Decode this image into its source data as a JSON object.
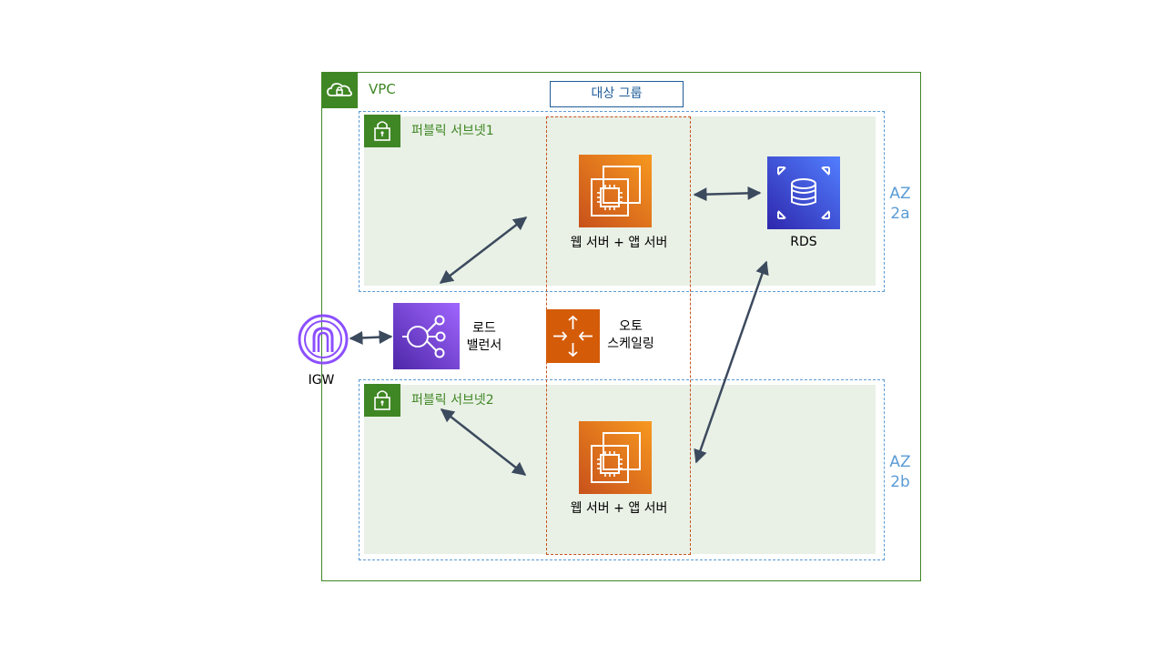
{
  "vpc": {
    "label": "VPC"
  },
  "target_group": {
    "label": "대상 그룹"
  },
  "subnet1": {
    "label": "퍼블릭 서브넷1",
    "az": "AZ\n2a"
  },
  "subnet2": {
    "label": "퍼블릭 서브넷2",
    "az": "AZ\n2b"
  },
  "ec2_1": {
    "label": "웹 서버 + 앱 서버"
  },
  "ec2_2": {
    "label": "웹 서버 + 앱 서버"
  },
  "rds": {
    "label": "RDS"
  },
  "elb": {
    "label": "로드\n밸런서"
  },
  "asg": {
    "label": "오토\n스케일링"
  },
  "igw": {
    "label": "IGW"
  },
  "colors": {
    "vpc": "#3f8624",
    "az": "#5a9bd5",
    "target_group": "#1f5c99",
    "ec2": "#f7981f",
    "rds": "#527fff",
    "elb": "#8c4fff",
    "arrow": "#3c4a5e"
  },
  "icons": {
    "vpc": "cloud-lock-icon",
    "subnet": "lock-icon",
    "ec2": "ec2-instance-icon",
    "rds": "database-icon",
    "elb": "load-balancer-icon",
    "asg": "auto-scaling-icon",
    "igw": "internet-gateway-icon"
  }
}
